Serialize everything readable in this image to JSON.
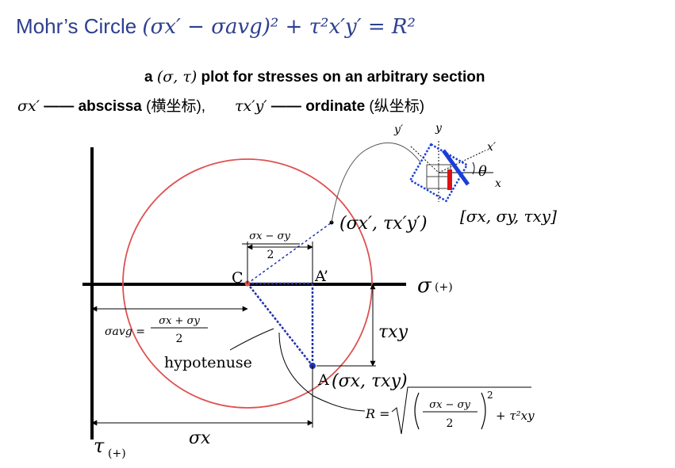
{
  "title": {
    "text": "Mohr’s Circle",
    "equation": "(σx′ − σavg)² + τ²x′y′ = R²"
  },
  "subtitle": {
    "line1_prefix": "a",
    "line1_math": "(σ, τ)",
    "line1_text": "plot for stresses on an arbitrary section",
    "line2_sigma": "σx′",
    "line2_dash1": "——",
    "line2_abscissa": "abscissa",
    "line2_abscissa_cn": "(横坐标),",
    "line2_tau": "τx′y′",
    "line2_dash2": "——",
    "line2_ordinate": "ordinate",
    "line2_ordinate_cn": "(纵坐标)"
  },
  "labels": {
    "center": "C",
    "point_a_prime": "A’",
    "point_a": "A",
    "point_a_coords": "(σx, τxy)",
    "point_general": "(σx′, τx′y′)",
    "stress_state": "[σx, σy, τxy]",
    "sigma_axis": "σ",
    "sigma_axis_sign": "(+)",
    "tau_axis": "τ",
    "tau_axis_sign": "(+)",
    "half_diff_num": "σx − σy",
    "half_diff_den": "2",
    "avg_lhs": "σavg =",
    "avg_num": "σx + σy",
    "avg_den": "2",
    "tau_xy": "τxy",
    "sigma_x": "σx",
    "hypotenuse": "hypotenuse",
    "radius_lhs": "R =",
    "radius_num": "σx − σy",
    "radius_den": "2",
    "radius_exp": "2",
    "radius_plus": "+ τ²xy",
    "element_y_prime": "y′",
    "element_y": "y",
    "element_x_prime": "x′",
    "element_theta": "θ",
    "element_x": "x"
  },
  "colors": {
    "title": "#2d3f8f",
    "circle": "#e05050",
    "dashed": "#2233aa",
    "element_edge": "#1a3fd6",
    "element_stress": "#dd1111"
  }
}
